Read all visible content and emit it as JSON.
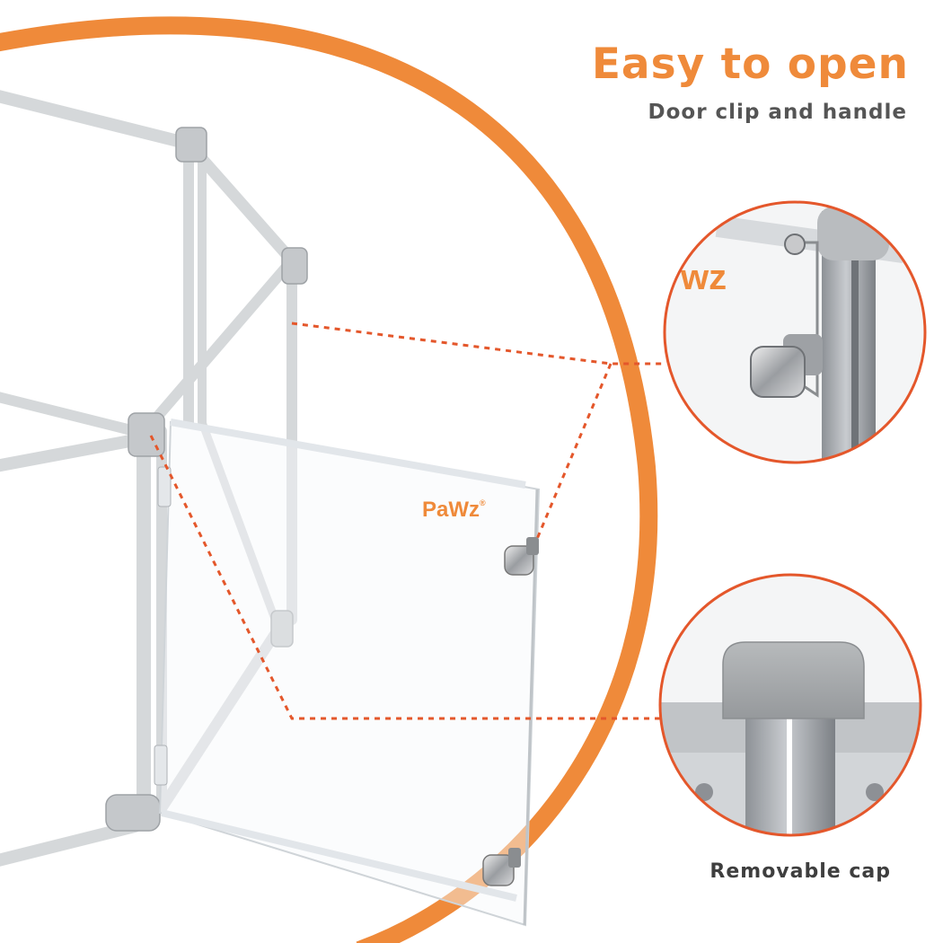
{
  "headline": {
    "title": "Easy to open",
    "subtitle": "Door clip and handle"
  },
  "brand": {
    "logo_text": "PaWz",
    "registered_mark": "®",
    "cropped_logo_text": "wz"
  },
  "callouts": {
    "door_clip": {
      "name": "door-clip-and-handle-detail"
    },
    "cap": {
      "caption": "Removable cap"
    }
  },
  "colors": {
    "accent": "#ef8a3a",
    "leader": "#e4572b",
    "text_dark": "#555555",
    "frame": "#d5d8da",
    "metal": "#9ea2a6",
    "cap_gray": "#a8abad"
  }
}
